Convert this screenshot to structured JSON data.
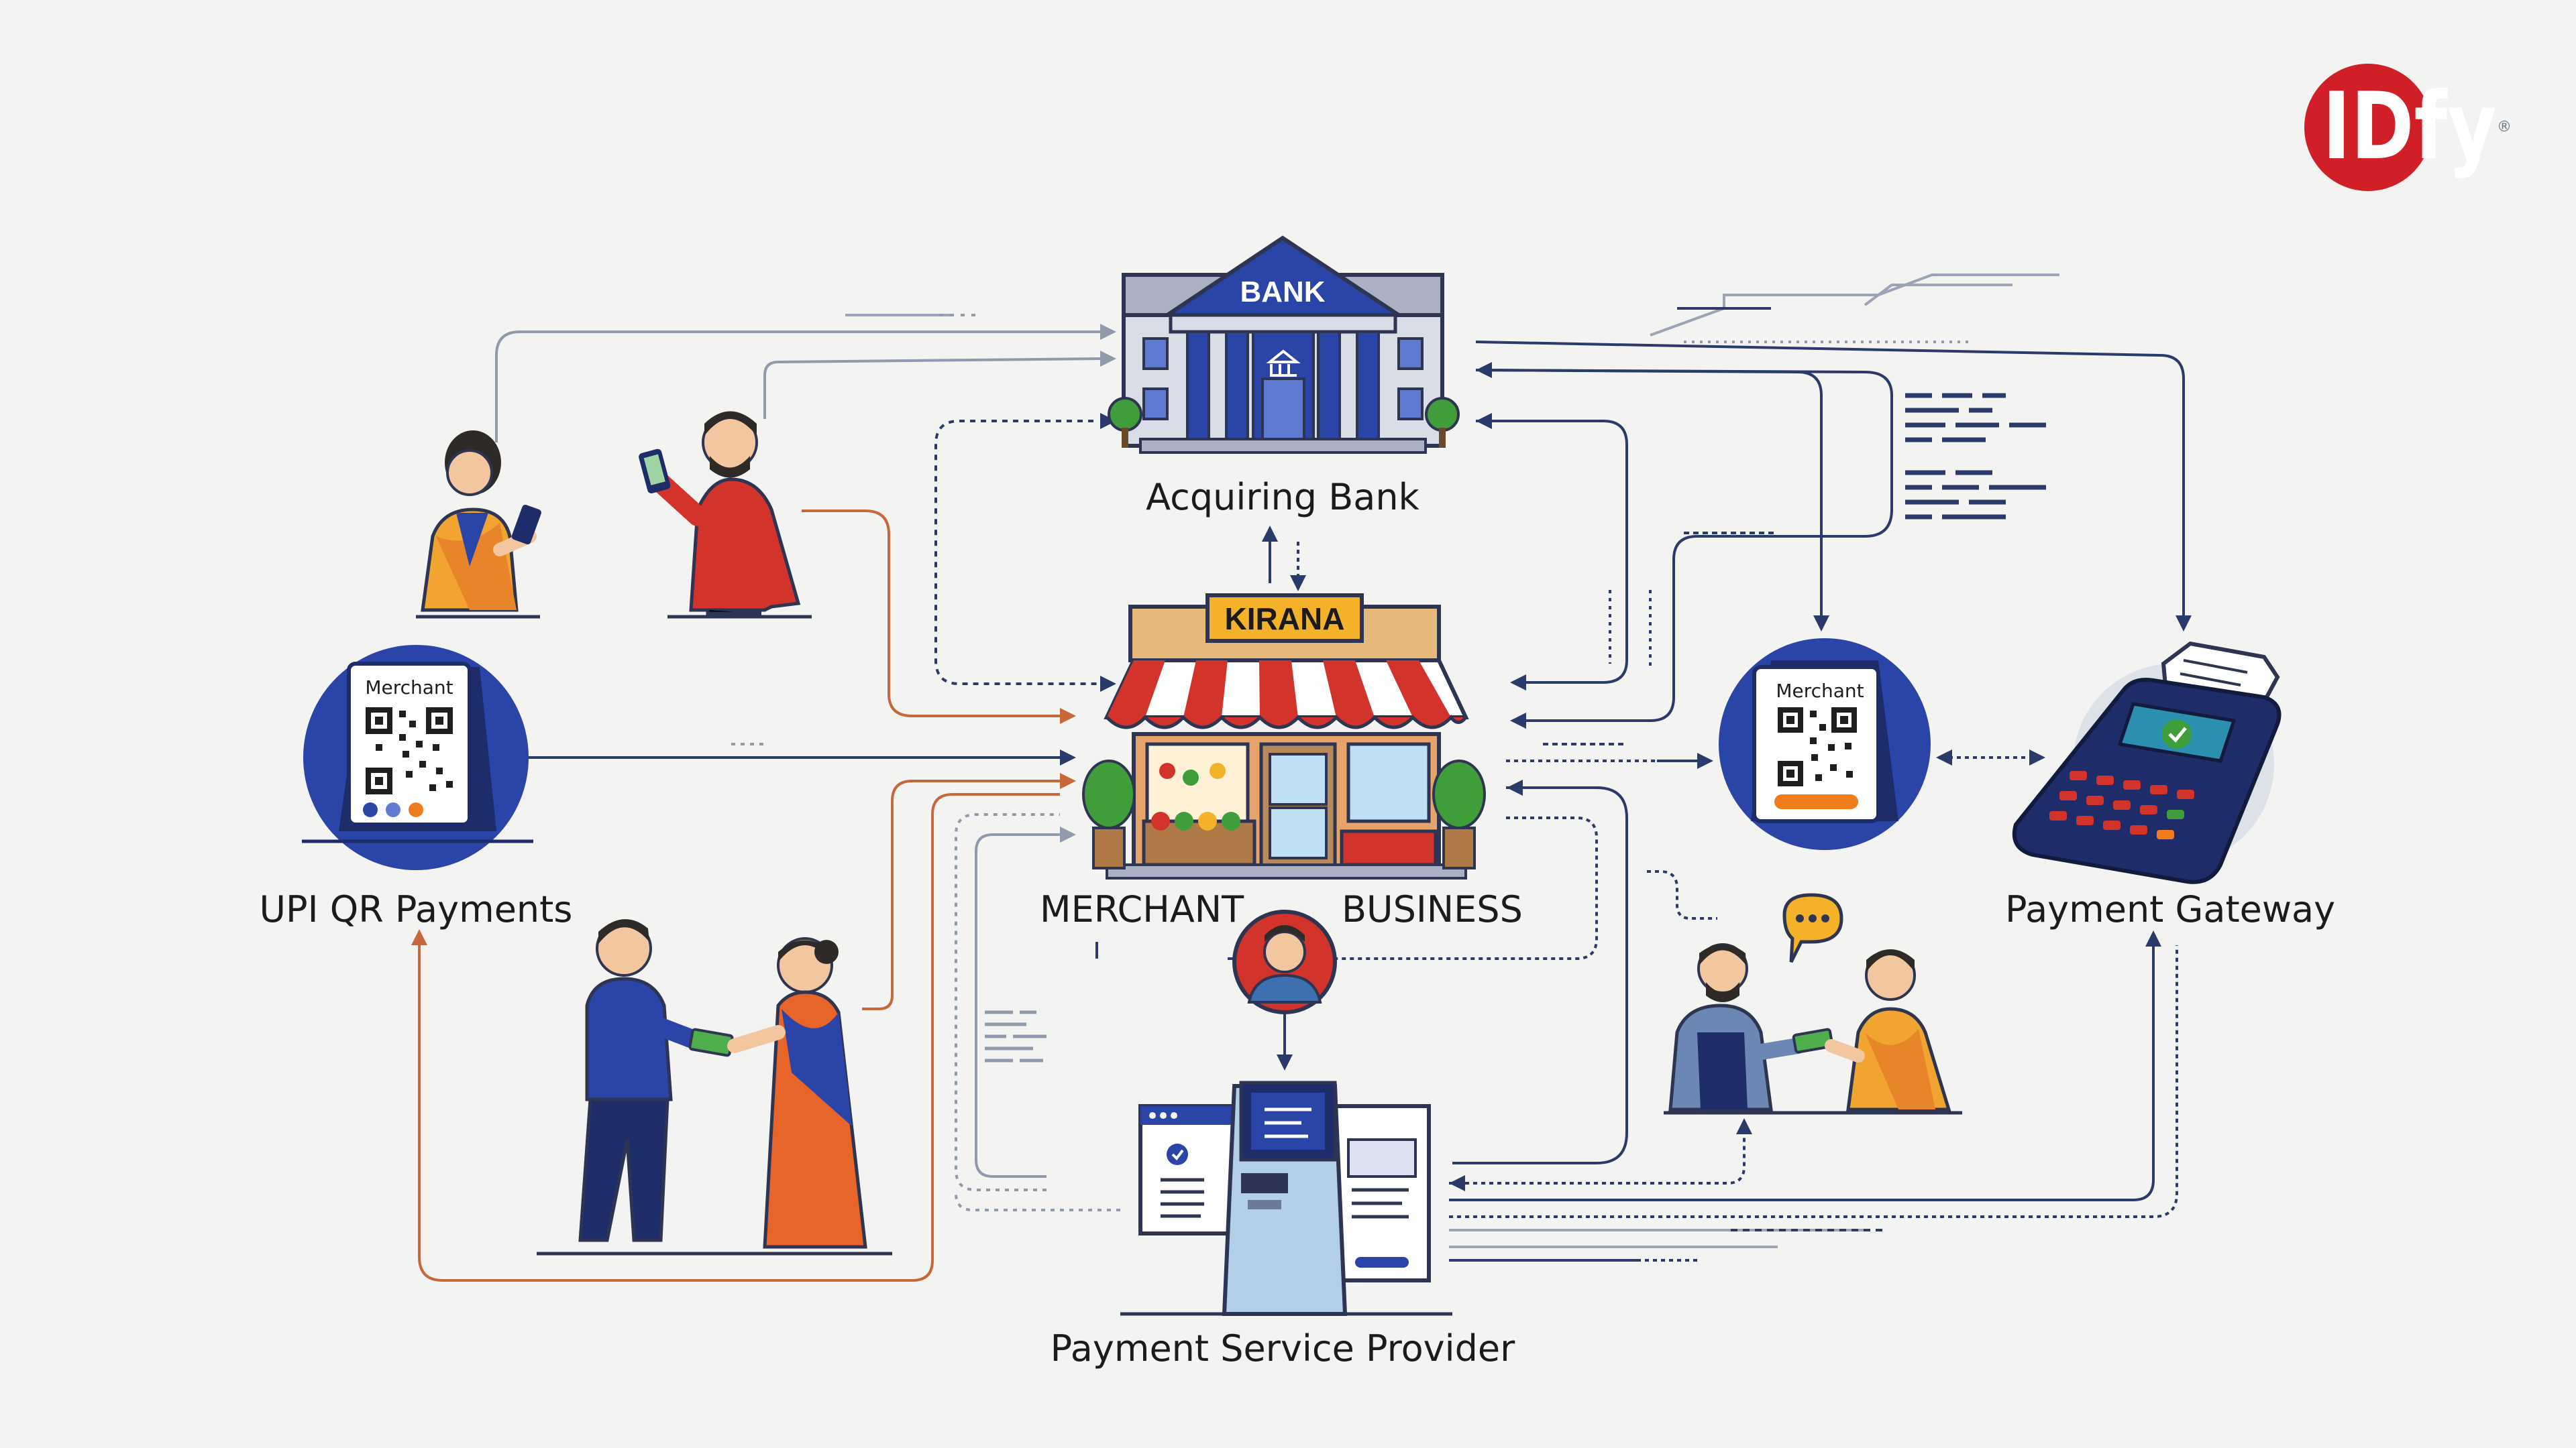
{
  "logo": {
    "text": "IDfy",
    "reg": "®"
  },
  "nodes": {
    "bank": {
      "sign": "BANK",
      "label": "Acquiring Bank"
    },
    "kirana": {
      "sign": "KIRANA",
      "label_left": "MERCHANT",
      "label_right": "BUSINESS"
    },
    "upi": {
      "card_title": "Merchant",
      "label": "UPI QR Payments"
    },
    "merchant_qr": {
      "card_title": "Merchant"
    },
    "gateway": {
      "label": "Payment Gateway"
    },
    "psp": {
      "label": "Payment Service Provider"
    }
  },
  "colors": {
    "navy": "#1e3b8f",
    "bank_blue": "#2b44a8",
    "orange": "#f07c1e",
    "connector_orange": "#c8683a",
    "connector_dark": "#2a3a6a",
    "connector_gray": "#8f9aaa",
    "logo_red": "#d01f26",
    "awning_red": "#d2332b",
    "plant_green": "#3f9e3a"
  },
  "icons": [
    "bank-building-icon",
    "kirana-store-icon",
    "qr-standee-icon",
    "pos-terminal-icon",
    "kiosk-icon",
    "chat-bubble-icon",
    "cash-icon",
    "smartphone-icon",
    "avatar-icon"
  ]
}
